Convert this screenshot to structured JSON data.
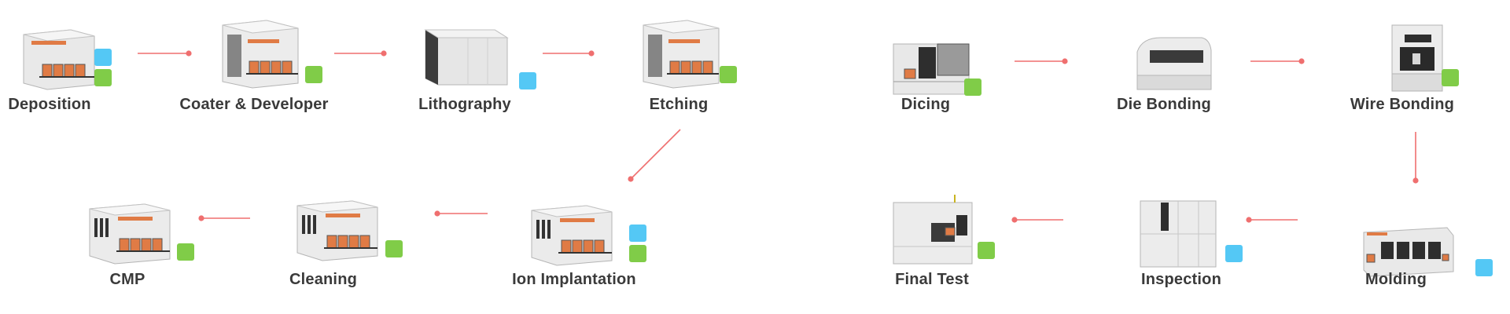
{
  "colors": {
    "connector": "#ef6f6f",
    "badge_blue": "#54c8f5",
    "badge_green": "#80cc48",
    "machine_accent": "#e07b45",
    "label": "#3a3a3a"
  },
  "front_end": {
    "steps": [
      {
        "id": "deposition",
        "label": "Deposition",
        "badges": [
          "blue",
          "green"
        ],
        "style": "tool-cabinet"
      },
      {
        "id": "coater-developer",
        "label": "Coater & Developer",
        "badges": [
          "green"
        ],
        "style": "tall-tool"
      },
      {
        "id": "lithography",
        "label": "Lithography",
        "badges": [
          "blue"
        ],
        "style": "box-tool"
      },
      {
        "id": "etching",
        "label": "Etching",
        "badges": [
          "green"
        ],
        "style": "tall-tool"
      },
      {
        "id": "ion-implantation",
        "label": "Ion Implantation",
        "badges": [
          "blue",
          "green"
        ],
        "style": "wide-tool"
      },
      {
        "id": "cleaning",
        "label": "Cleaning",
        "badges": [
          "green"
        ],
        "style": "wide-tool"
      },
      {
        "id": "cmp",
        "label": "CMP",
        "badges": [
          "green"
        ],
        "style": "wide-tool"
      }
    ]
  },
  "back_end": {
    "steps": [
      {
        "id": "dicing",
        "label": "Dicing",
        "badges": [
          "green"
        ],
        "style": "dicer"
      },
      {
        "id": "die-bonding",
        "label": "Die Bonding",
        "badges": [],
        "style": "bonder"
      },
      {
        "id": "wire-bonding",
        "label": "Wire Bonding",
        "badges": [
          "green"
        ],
        "style": "wire-bonder"
      },
      {
        "id": "molding",
        "label": "Molding",
        "badges": [
          "blue"
        ],
        "style": "molder"
      },
      {
        "id": "inspection",
        "label": "Inspection",
        "badges": [
          "blue"
        ],
        "style": "cabinet"
      },
      {
        "id": "final-test",
        "label": "Final Test",
        "badges": [
          "green"
        ],
        "style": "tester"
      }
    ]
  }
}
